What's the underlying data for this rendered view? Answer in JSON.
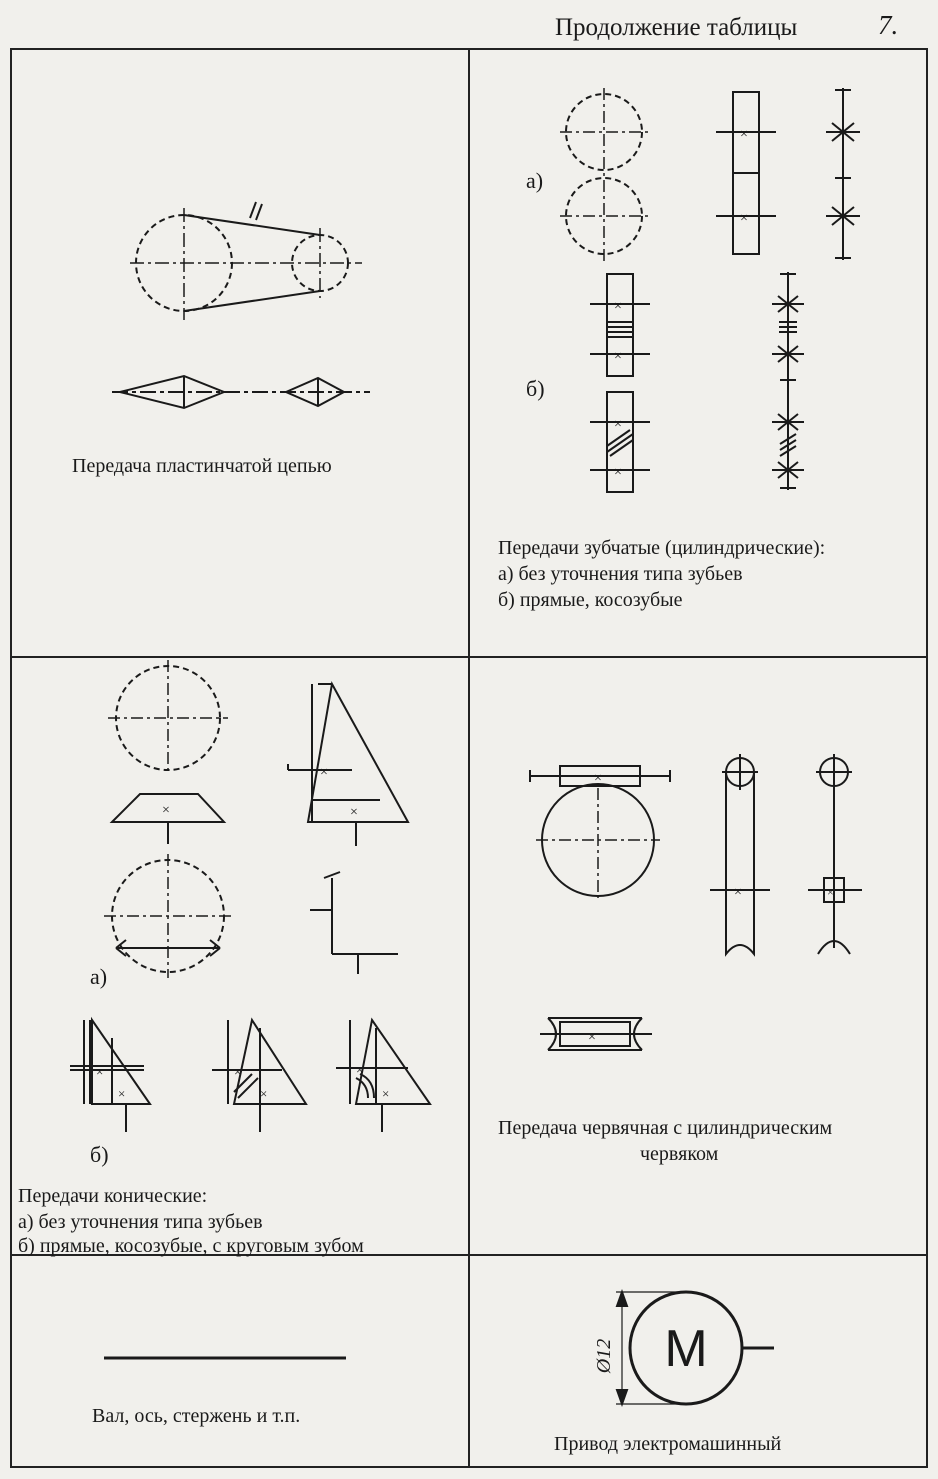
{
  "header": {
    "title": "Продолжение таблицы",
    "number": "7."
  },
  "cells": {
    "plate_chain": {
      "caption": "Передача пластинчатой цепью"
    },
    "spur_gears": {
      "label_a": "а)",
      "label_b": "б)",
      "caption_1": "Передачи зубчатые (цилиндрические):",
      "caption_2": "а) без уточнения типа зубьев",
      "caption_3": "б) прямые, косозубые"
    },
    "bevel_gears": {
      "label_a": "а)",
      "label_b": "б)",
      "caption_1": "Передачи конические:",
      "caption_2": "а) без уточнения типа зубьев",
      "caption_3": "б) прямые, косозубые, с круговым зубом"
    },
    "worm_gear": {
      "caption_1": "Передача червячная с цилиндрическим",
      "caption_2": "червяком"
    },
    "shaft": {
      "caption": "Вал, ось, стержень и т.п."
    },
    "motor": {
      "motor_letter": "М",
      "dimension": "Ø12",
      "caption": "Привод электромашинный"
    }
  }
}
